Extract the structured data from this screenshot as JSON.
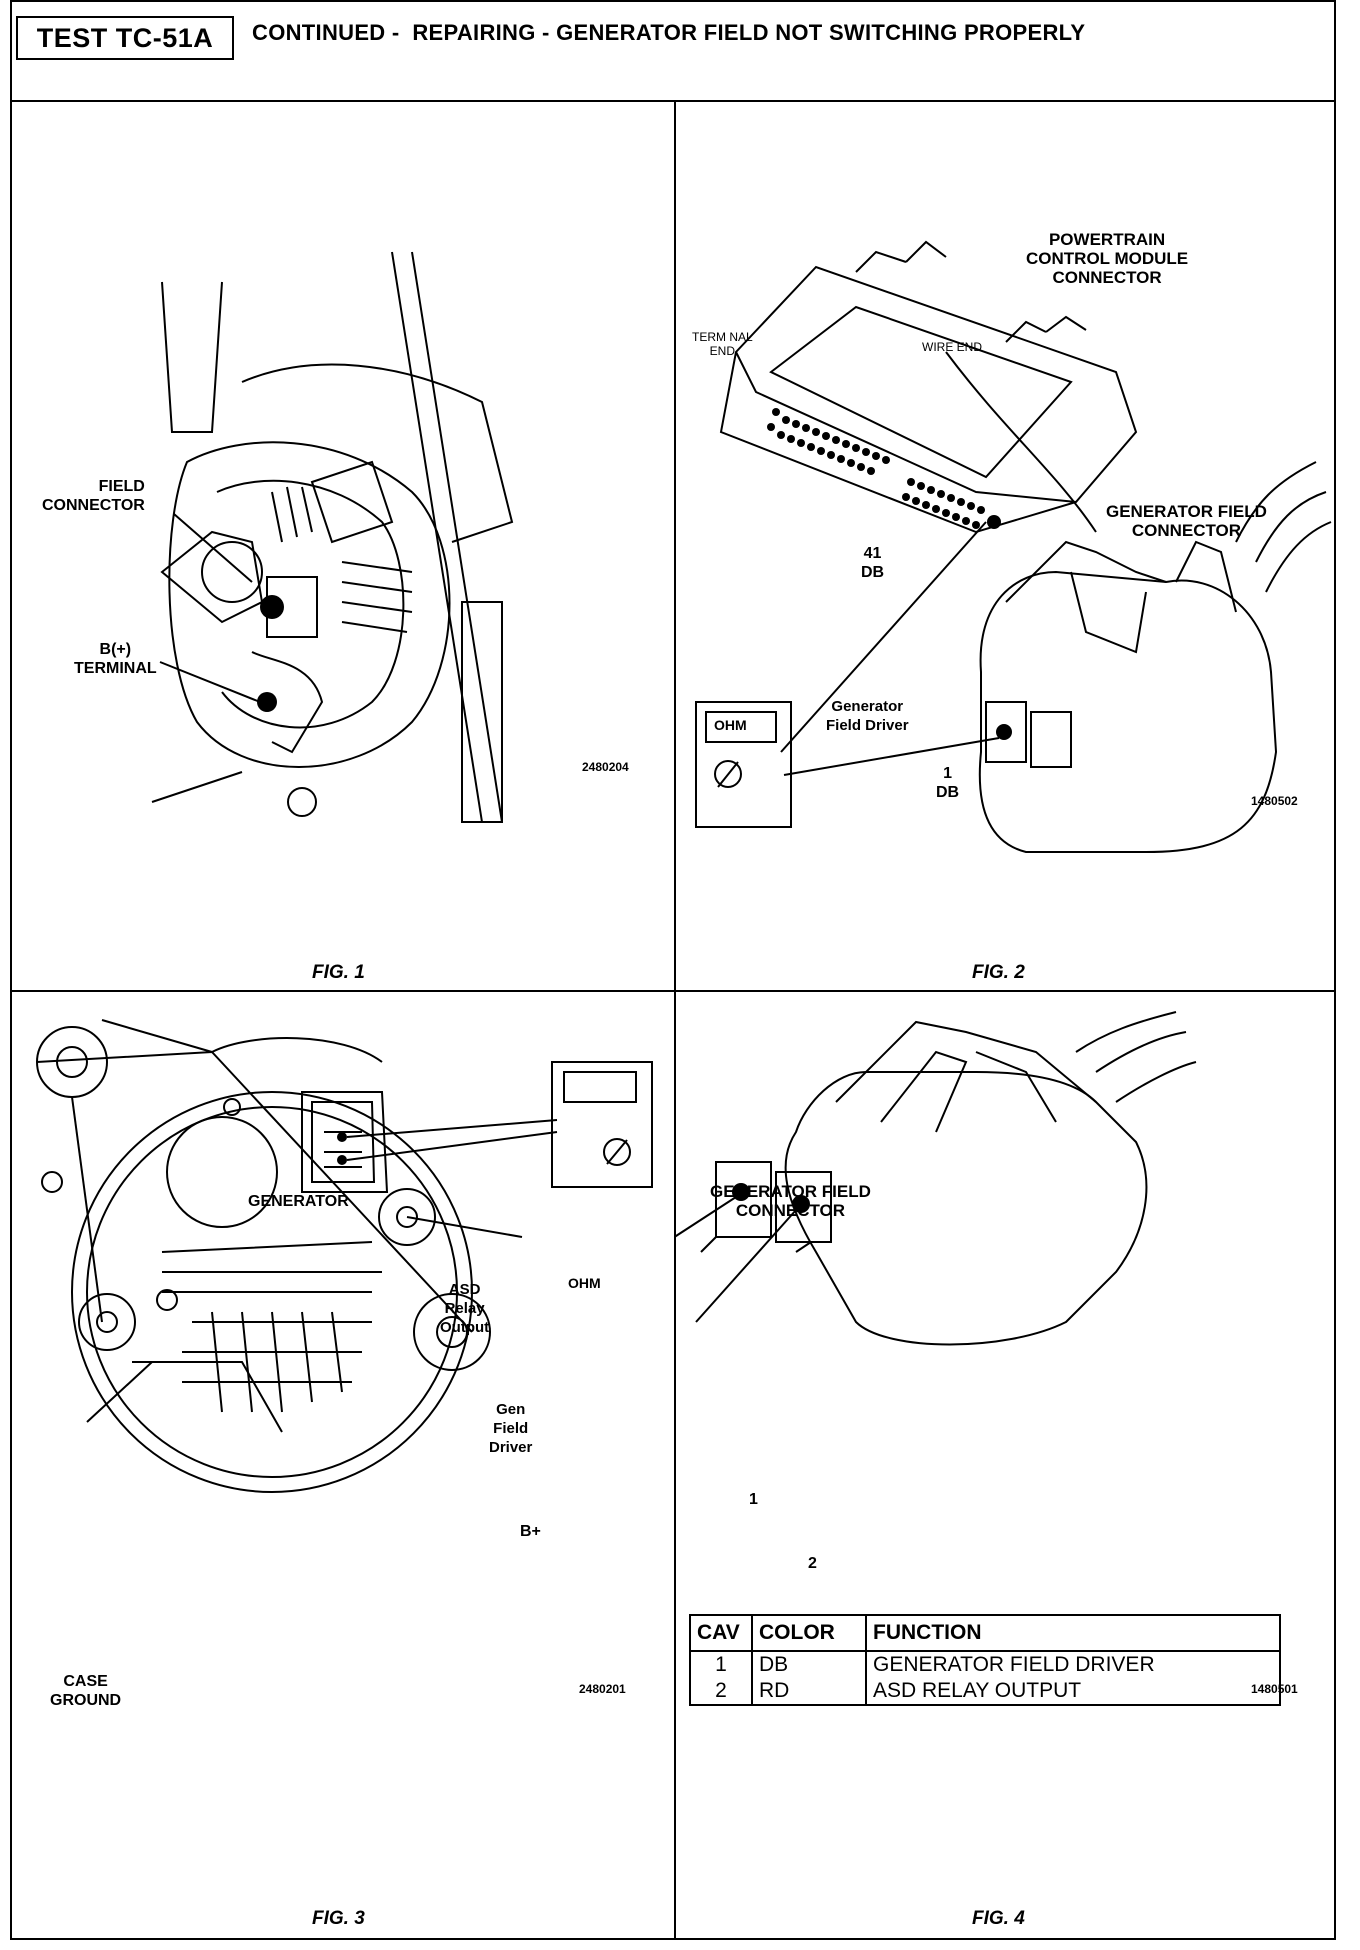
{
  "header": {
    "test_id": "TEST TC-51A",
    "title": "CONTINUED -  REPAIRING - GENERATOR FIELD NOT SWITCHING PROPERLY"
  },
  "fig1": {
    "caption": "FIG. 1",
    "field_connector": "FIELD\nCONNECTOR",
    "b_terminal": "B(+)\nTERMINAL",
    "code": "2480204"
  },
  "fig2": {
    "caption": "FIG. 2",
    "pcm_connector": "POWERTRAIN\nCONTROL MODULE\nCONNECTOR",
    "terminal_end": "TERM NAL\nEND",
    "wire_end": "WIRE END",
    "gen_field_connector": "GENERATOR FIELD\nCONNECTOR",
    "pin41": "41\nDB",
    "pin1": "1\nDB",
    "driver": "Generator\nField Driver",
    "meter": "OHM",
    "code": "1480502"
  },
  "fig3": {
    "caption": "FIG. 3",
    "generator": "GENERATOR",
    "asd": "ASD\nRelay\nOutput",
    "gen_field_driver": "Gen\nField\nDriver",
    "b_plus": "B+",
    "case_ground": "CASE\nGROUND",
    "meter": "OHM",
    "code": "2480201"
  },
  "fig4": {
    "caption": "FIG. 4",
    "gen_field_connector": "GENERATOR FIELD\nCONNECTOR",
    "cav1": "1",
    "cav2": "2",
    "code": "1480501",
    "table": {
      "headers": [
        "CAV",
        "COLOR",
        "FUNCTION"
      ],
      "rows": [
        [
          "1",
          "DB",
          "GENERATOR FIELD DRIVER"
        ],
        [
          "2",
          "RD",
          "ASD RELAY OUTPUT"
        ]
      ]
    }
  }
}
